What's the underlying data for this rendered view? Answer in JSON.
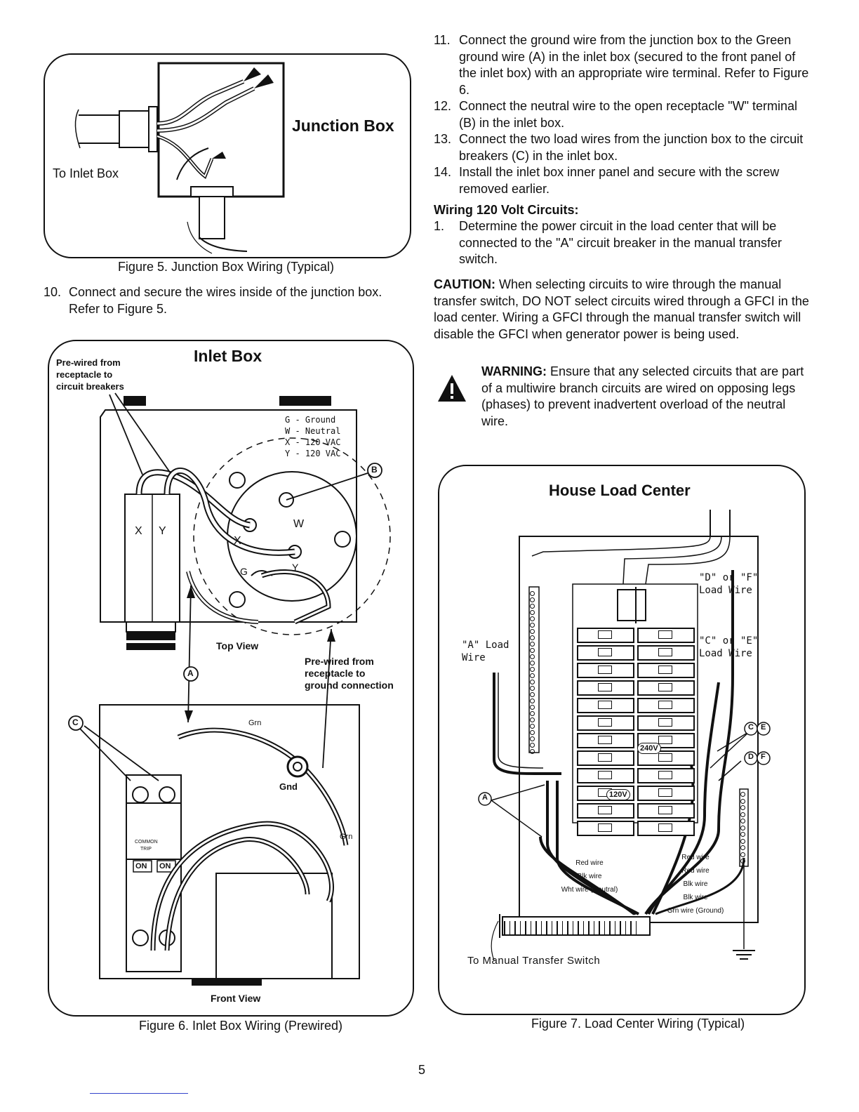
{
  "figure5": {
    "title": "Junction Box",
    "label_inlet": "To Inlet Box",
    "caption": "Figure 5. Junction Box Wiring (Typical)"
  },
  "step10": {
    "num": "10.",
    "text": "Connect and secure the wires inside of the junction box. Refer to Figure 5."
  },
  "steps_right": [
    {
      "num": "11.",
      "text": "Connect the ground wire from the junction box to the Green ground wire (A) in the inlet box (secured to the front panel of the inlet box) with an appropriate wire terminal. Refer to Figure 6."
    },
    {
      "num": "12.",
      "text": "Connect the neutral wire to the open receptacle \"W\" terminal (B) in the inlet box."
    },
    {
      "num": "13.",
      "text": "Connect the two load wires from the junction box to the circuit breakers (C) in the inlet box."
    },
    {
      "num": "14.",
      "text": "Install the inlet box inner panel and secure with the screw removed earlier."
    }
  ],
  "wiring120": {
    "heading": "Wiring 120 Volt Circuits:",
    "steps": [
      {
        "num": "1.",
        "text": "Determine the power circuit in the load center that will be connected to the \"A\" circuit breaker in the manual transfer switch."
      }
    ]
  },
  "caution": {
    "label": "CAUTION:",
    "text": "When selecting circuits to wire through the manual transfer switch, DO NOT select circuits wired through a GFCI in the load center. Wiring a GFCI through the manual transfer switch will disable the GFCI when generator power is being used."
  },
  "warning": {
    "label": "WARNING:",
    "text": "Ensure that any selected circuits that are part of a multiwire branch circuits are wired on opposing legs (phases) to prevent inadvertent overload of the neutral wire.",
    "icon": "warning-triangle-icon"
  },
  "figure6": {
    "title": "Inlet Box",
    "prewired_breakers": [
      "Pre-wired from",
      "receptacle to",
      "circuit breakers"
    ],
    "legend": [
      "G - Ground",
      "W - Neutral",
      "X - 120 VAC",
      "Y - 120 VAC"
    ],
    "top_view": "Top View",
    "prewired_ground": [
      "Pre-wired from",
      "receptacle to",
      "ground connection"
    ],
    "front_view": "Front View",
    "grn": "Grn",
    "gnd": "Gnd",
    "grn2": "Grn",
    "x": "X",
    "y": "Y",
    "w": "W",
    "g": "G",
    "callout_a": "A",
    "callout_b": "B",
    "callout_c": "C",
    "breaker_on1": "ON",
    "breaker_on2": "ON",
    "breaker_common": "COMMON",
    "breaker_trip": "TRIP",
    "caption": "Figure 6. Inlet Box Wiring (Prewired)"
  },
  "figure7": {
    "title": "House Load Center",
    "label_df": [
      "\"D\" or \"F\"",
      "Load Wire"
    ],
    "label_ce": [
      "\"C\" or \"E\"",
      "Load Wire"
    ],
    "label_a": [
      "\"A\" Load",
      "Wire"
    ],
    "v240": "240V",
    "v120": "120V",
    "callout_c": "C",
    "callout_e": "E",
    "callout_d": "D",
    "callout_f": "F",
    "callout_a": "A",
    "wires_left": [
      "Red wire",
      "Blk wire",
      "Wht wire (Neutral)"
    ],
    "wires_right": [
      "Red wire",
      "Red wire",
      "Blk wire",
      "Blk wire",
      "Grn wire (Ground)"
    ],
    "to_switch": "To Manual Transfer Switch",
    "caption": "Figure 7. Load Center Wiring (Typical)"
  },
  "page_number": "5"
}
